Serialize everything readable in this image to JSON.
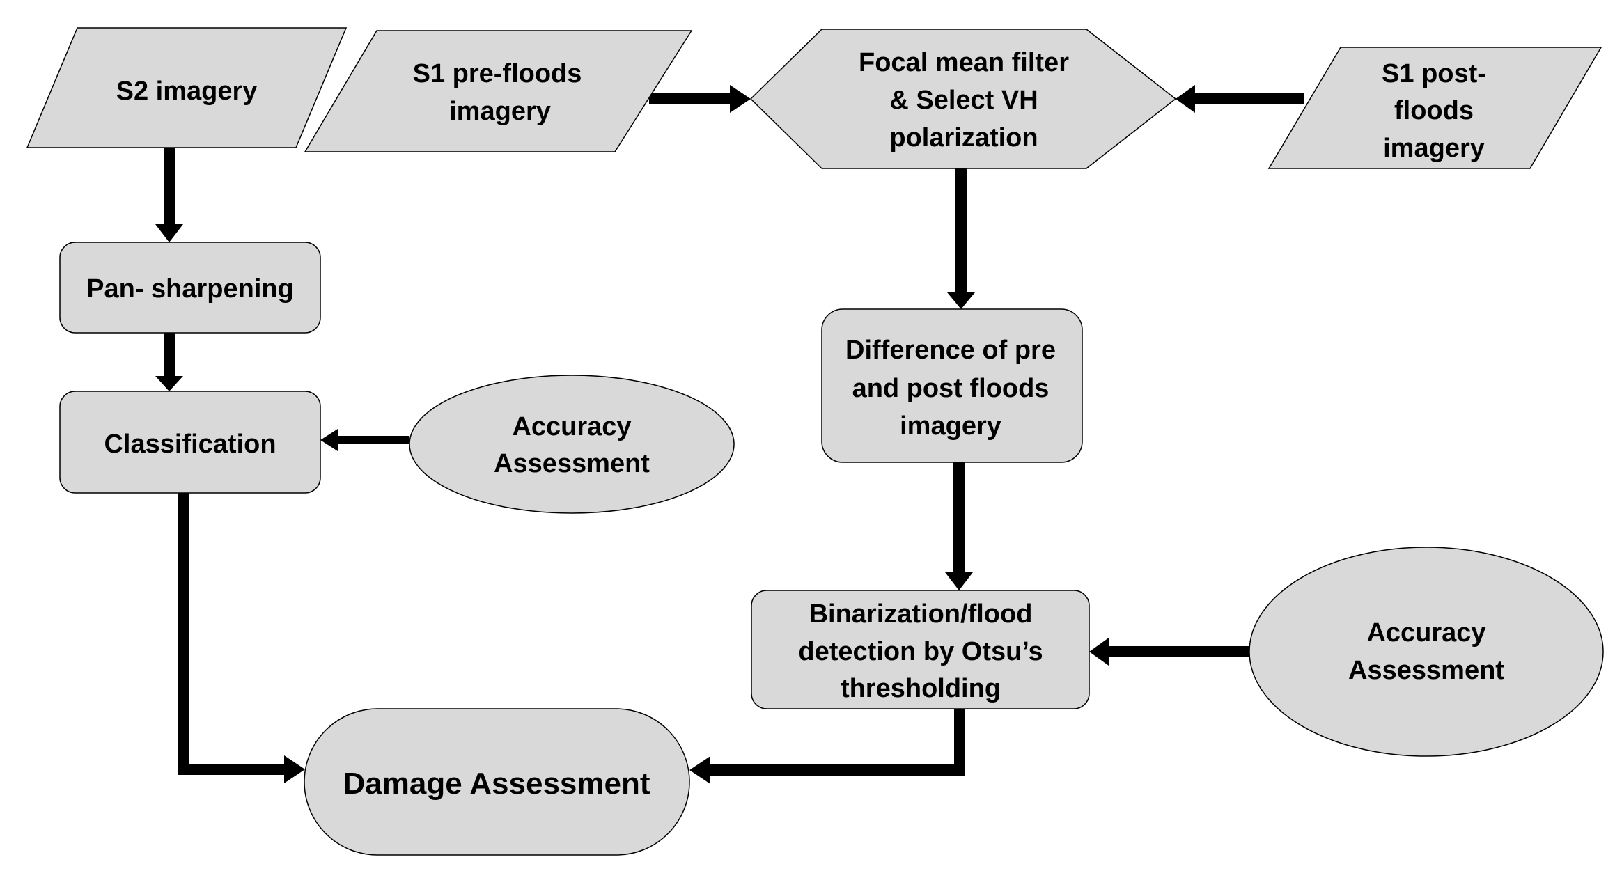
{
  "diagram": {
    "type": "flowchart",
    "nodes": [
      {
        "id": "s2",
        "lines": [
          "S2 imagery"
        ]
      },
      {
        "id": "s1pre",
        "lines": [
          "S1 pre-floods",
          "imagery"
        ]
      },
      {
        "id": "focal",
        "lines": [
          "Focal mean filter",
          "& Select VH",
          "polarization"
        ]
      },
      {
        "id": "s1post",
        "lines": [
          "S1 post-",
          "floods",
          "imagery"
        ]
      },
      {
        "id": "pan",
        "lines": [
          "Pan- sharpening"
        ]
      },
      {
        "id": "classif",
        "lines": [
          "Classification"
        ]
      },
      {
        "id": "acc1",
        "lines": [
          "Accuracy",
          "Assessment"
        ]
      },
      {
        "id": "diff",
        "lines": [
          "Difference of pre",
          "and post floods",
          "imagery"
        ]
      },
      {
        "id": "bin",
        "lines": [
          "Binarization/flood",
          "detection by Otsu’s",
          "thresholding"
        ]
      },
      {
        "id": "acc2",
        "lines": [
          "Accuracy",
          "Assessment"
        ]
      },
      {
        "id": "damage",
        "lines": [
          "Damage Assessment"
        ]
      }
    ],
    "edges": [
      {
        "from": "s2",
        "to": "pan"
      },
      {
        "from": "pan",
        "to": "classif"
      },
      {
        "from": "acc1",
        "to": "classif"
      },
      {
        "from": "classif",
        "to": "damage"
      },
      {
        "from": "s1pre",
        "to": "focal"
      },
      {
        "from": "s1post",
        "to": "focal"
      },
      {
        "from": "focal",
        "to": "diff"
      },
      {
        "from": "diff",
        "to": "bin"
      },
      {
        "from": "acc2",
        "to": "bin"
      },
      {
        "from": "bin",
        "to": "damage"
      }
    ]
  }
}
